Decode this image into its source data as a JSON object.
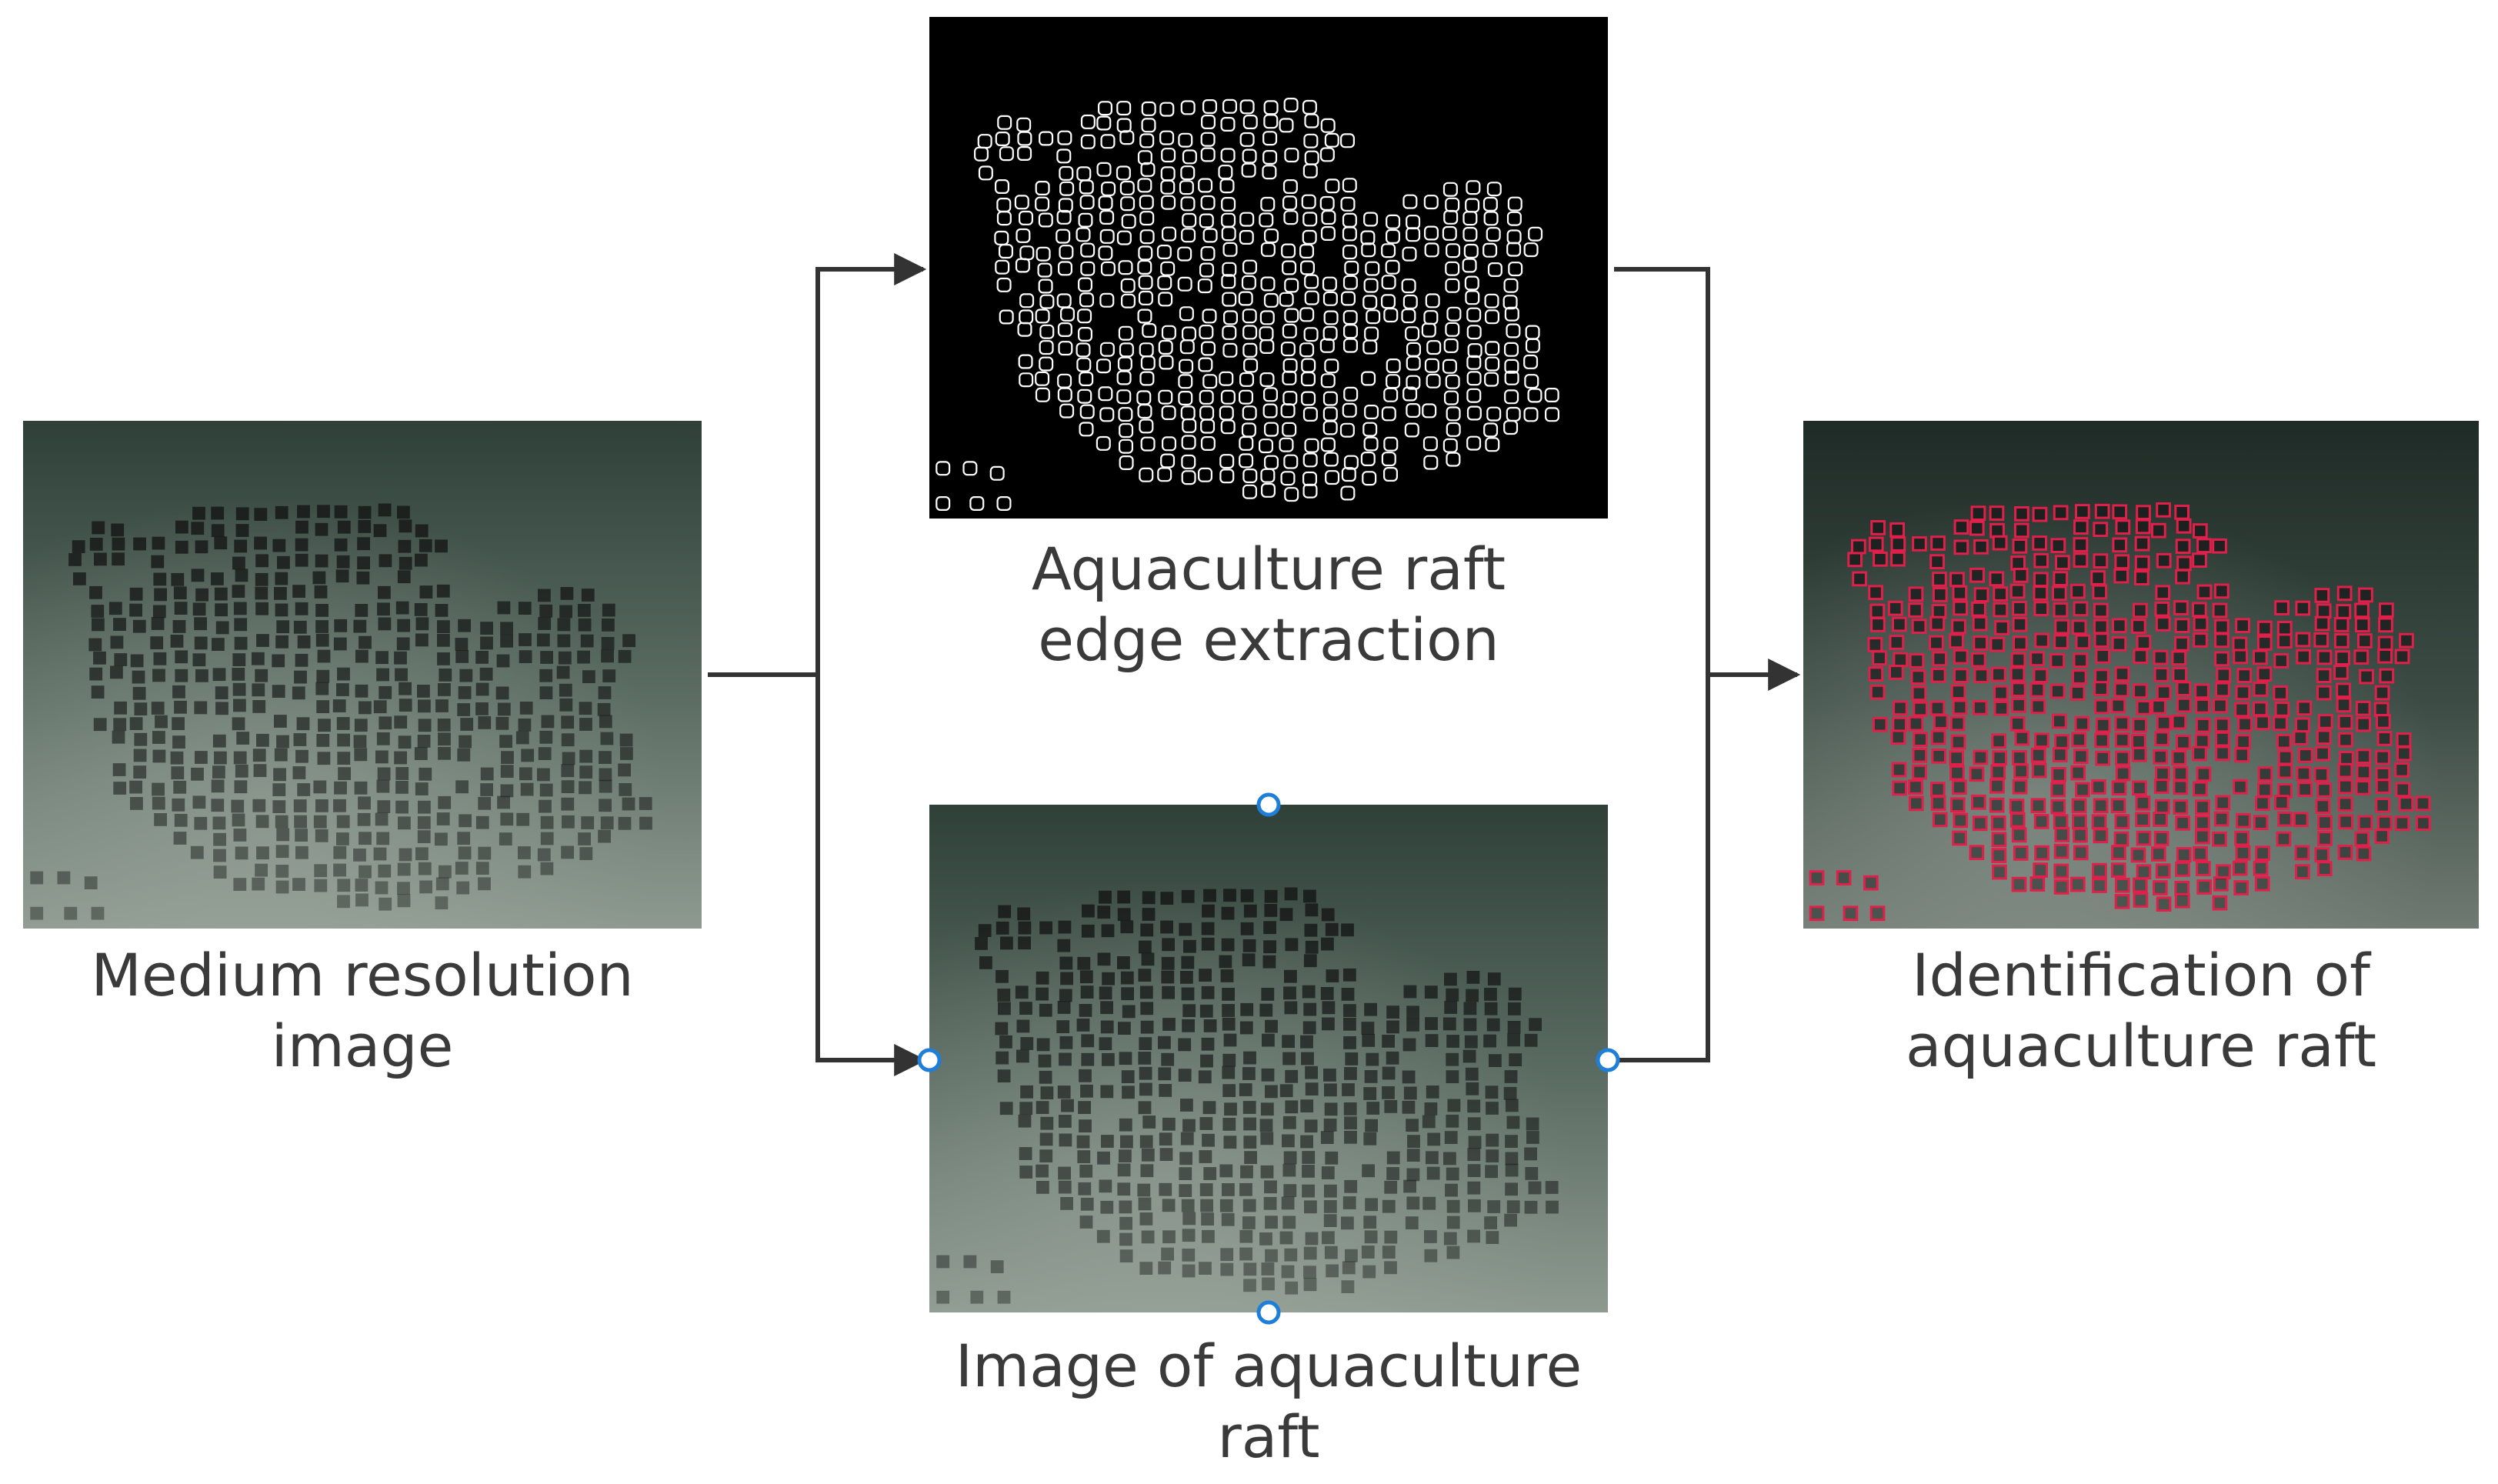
{
  "panels": {
    "medium": {
      "caption_line1": "Medium resolution",
      "caption_line2": "image"
    },
    "edge": {
      "caption_line1": "Aquaculture raft",
      "caption_line2": "edge extraction"
    },
    "raft": {
      "caption_line1": "Image of aquaculture",
      "caption_line2": "raft"
    },
    "identification": {
      "caption_line1": "Identification of",
      "caption_line2": "aquaculture raft"
    }
  },
  "colors": {
    "connector": "#333333",
    "selection_handle": "#1f7fd8",
    "edge_background": "#000000",
    "edge_outline": "#ffffff",
    "raft_mark": "#1a1d1c",
    "identification_outline": "#e0204a",
    "sea_top": "#2f4038",
    "sea_bottom": "#8e9a90"
  }
}
